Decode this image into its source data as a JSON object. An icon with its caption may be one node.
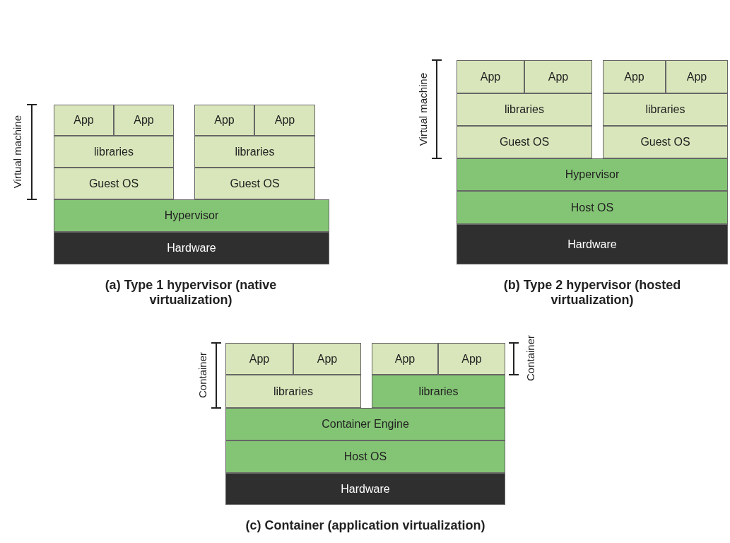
{
  "diagram": {
    "nodes": [
      {
        "text": [
          "App"
        ]
      },
      {
        "text": [
          "App"
        ]
      },
      {
        "text": [
          "App"
        ]
      },
      {
        "text": [
          "App"
        ]
      },
      {
        "text": [
          "libraries"
        ]
      },
      {
        "text": [
          "libraries"
        ]
      },
      {
        "text": [
          "Guest OS"
        ]
      },
      {
        "text": [
          "Guest OS"
        ]
      },
      {
        "text": [
          "Hypervisor"
        ]
      },
      {
        "text": [
          "Hardware"
        ]
      },
      {
        "text": [
          "App"
        ]
      },
      {
        "text": [
          "App"
        ]
      },
      {
        "text": [
          "App"
        ]
      },
      {
        "text": [
          "App"
        ]
      },
      {
        "text": [
          "libraries"
        ]
      },
      {
        "text": [
          "libraries"
        ]
      },
      {
        "text": [
          "Guest OS"
        ]
      },
      {
        "text": [
          "Guest OS"
        ]
      },
      {
        "text": [
          "Hypervisor"
        ]
      },
      {
        "text": [
          "Host OS"
        ]
      },
      {
        "text": [
          "Hardware"
        ]
      },
      {
        "text": [
          "App"
        ]
      },
      {
        "text": [
          "App"
        ]
      },
      {
        "text": [
          "App"
        ]
      },
      {
        "text": [
          "App"
        ]
      },
      {
        "text": [
          "libraries"
        ]
      },
      {
        "text": [
          "libraries"
        ]
      },
      {
        "text": [
          "Container Engine"
        ]
      },
      {
        "text": [
          "Host OS"
        ]
      },
      {
        "text": [
          "Hardware"
        ]
      }
    ],
    "labels": [
      "Virtual machine",
      "(a) Type 1 hypervisor (native virtualization)",
      "Virtual machine",
      "(b) Type 2 hypervisor (hosted virtualization)",
      "Container",
      "Container",
      "(c) Container (application virtualization)"
    ]
  }
}
